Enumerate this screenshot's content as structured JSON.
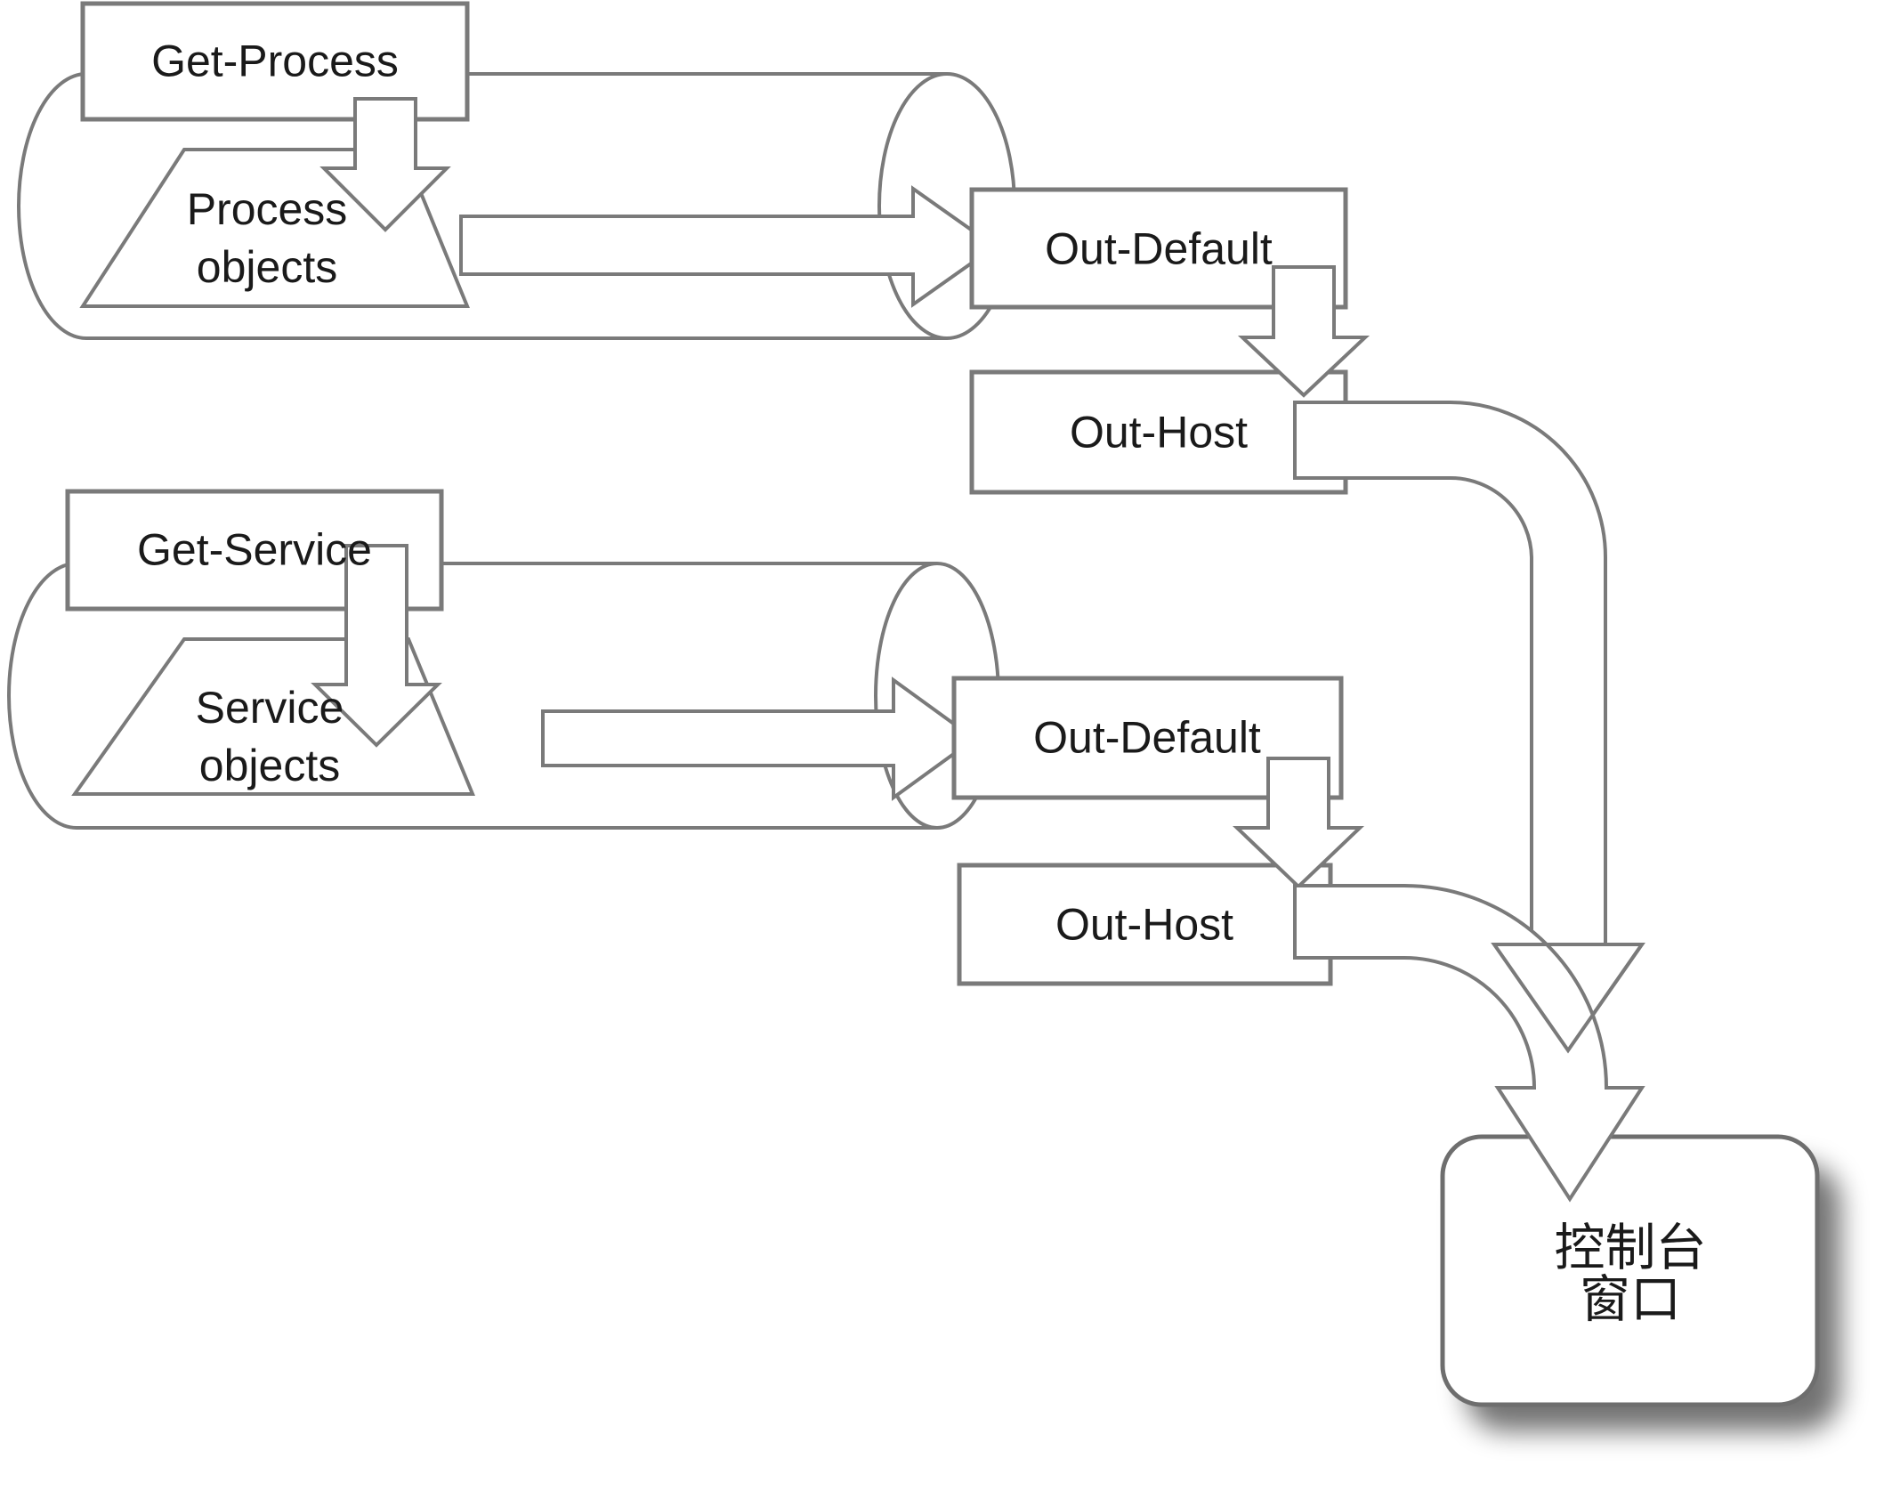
{
  "diagram": {
    "title_implicit": "PowerShell pipeline output flow",
    "colors": {
      "background": "#ffffff",
      "stroke": "#7a7a7a",
      "text": "#1a1a1a",
      "shadow": "#000000"
    },
    "pipelines": [
      {
        "command": "Get-Process",
        "objects": "Process objects",
        "out_default": "Out-Default",
        "out_host": "Out-Host"
      },
      {
        "command": "Get-Service",
        "objects": "Service objects",
        "out_default": "Out-Default",
        "out_host": "Out-Host"
      }
    ],
    "console": {
      "lines": [
        "控制台",
        "窗口"
      ]
    }
  }
}
